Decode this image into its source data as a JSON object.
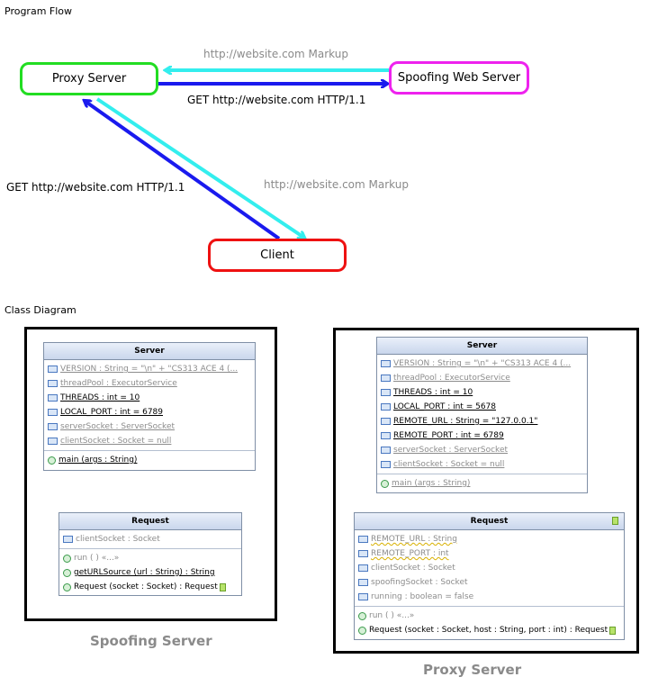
{
  "program_flow": {
    "title": "Program Flow",
    "nodes": {
      "proxy": "Proxy Server",
      "spoof": "Spoofing Web Server",
      "client": "Client"
    },
    "edges": {
      "spoof_to_proxy": "http://website.com Markup",
      "proxy_to_spoof": "GET http://website.com HTTP/1.1",
      "client_to_proxy": "GET http://website.com HTTP/1.1",
      "proxy_to_client": "http://website.com Markup"
    },
    "colors": {
      "proxy_border": "#22dd22",
      "spoof_border": "#ee22ee",
      "client_border": "#ee1111",
      "request_arrow": "#1a1aee",
      "response_arrow": "#33eeee"
    }
  },
  "class_diagram": {
    "title": "Class Diagram",
    "spoofing": {
      "caption": "Spoofing Server",
      "server": {
        "name": "Server",
        "fields": [
          "VERSION : String = \"\\n\" + \"CS313 ACE 4 (...",
          "threadPool : ExecutorService",
          "THREADS : int = 10",
          "LOCAL_PORT : int = 6789",
          "serverSocket : ServerSocket",
          "clientSocket : Socket = null"
        ],
        "methods": [
          "main (args : String)"
        ]
      },
      "request": {
        "name": "Request",
        "fields": [
          "clientSocket : Socket"
        ],
        "methods": [
          "run ( ) «...»",
          "getURLSource (url : String) : String",
          "Request (socket : Socket) : Request"
        ]
      }
    },
    "proxy": {
      "caption": "Proxy Server",
      "server": {
        "name": "Server",
        "fields": [
          "VERSION : String = \"\\n\" + \"CS313 ACE 4 (...",
          "threadPool : ExecutorService",
          "THREADS : int = 10",
          "LOCAL_PORT : int = 5678",
          "REMOTE_URL : String = \"127.0.0.1\"",
          "REMOTE_PORT : int = 6789",
          "serverSocket : ServerSocket",
          "clientSocket : Socket = null"
        ],
        "methods": [
          "main (args : String)"
        ]
      },
      "request": {
        "name": "Request",
        "fields": [
          "REMOTE_URL : String",
          "REMOTE_PORT : int",
          "clientSocket : Socket",
          "spoofingSocket : Socket",
          "running : boolean = false"
        ],
        "methods": [
          "run ( ) «...»",
          "Request (socket : Socket, host : String, port : int) : Request"
        ]
      }
    }
  }
}
